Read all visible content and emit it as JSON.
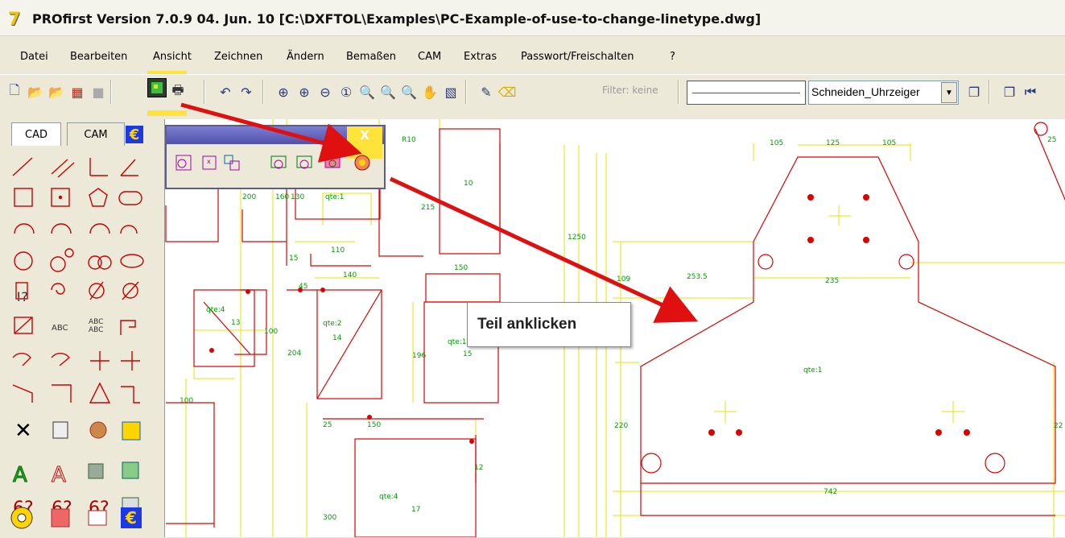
{
  "window": {
    "logo_glyph": "7",
    "title": "PROfirst Version 7.0.9     04. Jun. 10 [C:\\DXFTOL\\Examples\\PC-Example-of-use-to-change-linetype.dwg]"
  },
  "menu": {
    "items": [
      "Datei",
      "Bearbeiten",
      "Ansicht",
      "Zeichnen",
      "Ändern",
      "Bemaßen",
      "CAM",
      "Extras",
      "Passwort/Freischalten",
      "?"
    ]
  },
  "toolbar": {
    "filter_label": "Filter: keine",
    "linetype_value": "Schneiden_Uhrzeiger"
  },
  "panel": {
    "tab_cad": "CAD",
    "tab_cam": "CAM",
    "euro_glyph": "€"
  },
  "floatbar": {
    "close_label": "X"
  },
  "tooltip": {
    "text": "Teil anklicken"
  },
  "colors": {
    "highlight": "#ffe23a",
    "drawing_red": "#e00000",
    "drawing_yellow": "#e6e600",
    "dimension_green": "#00b000",
    "arrow": "#e01010"
  },
  "drawing": {
    "dimensions": [
      "R10",
      "200",
      "160",
      "130",
      "qte:1",
      "110",
      "10",
      "215",
      "1250",
      "150",
      "140",
      "45",
      "15",
      "qte:4",
      "13",
      "100",
      "204",
      "qte:2",
      "14",
      "196",
      "qte:1",
      "15",
      "100",
      "25",
      "150",
      "qte:4",
      "17",
      "300",
      "12",
      "105",
      "125",
      "105",
      "253.5",
      "109",
      "235",
      "qte:1",
      "220",
      "742",
      "22",
      "25"
    ]
  }
}
